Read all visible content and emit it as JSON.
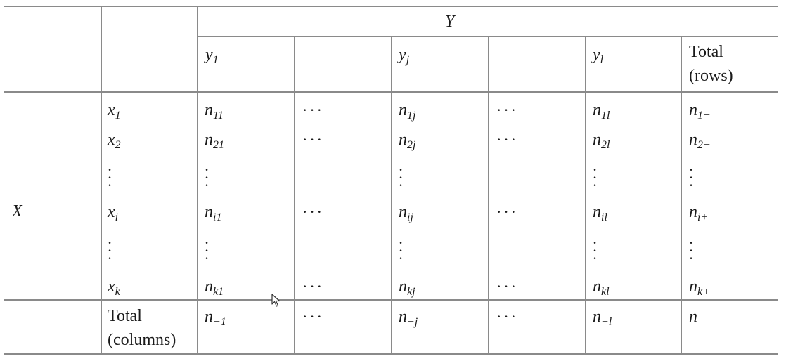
{
  "header": {
    "y_var": "Y",
    "x_var": "X",
    "columns": [
      {
        "base": "y",
        "sub": "1"
      },
      {
        "base": "y",
        "sub": "j"
      },
      {
        "base": "y",
        "sub": "l"
      }
    ],
    "total_rows_line1": "Total",
    "total_rows_line2": "(rows)"
  },
  "rows": [
    {
      "x": {
        "base": "x",
        "sub": "1"
      },
      "c1": {
        "base": "n",
        "sub": "11"
      },
      "cj": {
        "base": "n",
        "sub": "1j"
      },
      "cl": {
        "base": "n",
        "sub": "1l"
      },
      "tot": {
        "base": "n",
        "sub": "1+"
      }
    },
    {
      "x": {
        "base": "x",
        "sub": "2"
      },
      "c1": {
        "base": "n",
        "sub": "21"
      },
      "cj": {
        "base": "n",
        "sub": "2j"
      },
      "cl": {
        "base": "n",
        "sub": "2l"
      },
      "tot": {
        "base": "n",
        "sub": "2+"
      }
    },
    {
      "x": {
        "base": "x",
        "sub": "i"
      },
      "c1": {
        "base": "n",
        "sub": "i1"
      },
      "cj": {
        "base": "n",
        "sub": "ij"
      },
      "cl": {
        "base": "n",
        "sub": "il"
      },
      "tot": {
        "base": "n",
        "sub": "i+"
      }
    },
    {
      "x": {
        "base": "x",
        "sub": "k"
      },
      "c1": {
        "base": "n",
        "sub": "k1"
      },
      "cj": {
        "base": "n",
        "sub": "kj"
      },
      "cl": {
        "base": "n",
        "sub": "kl"
      },
      "tot": {
        "base": "n",
        "sub": "k+"
      }
    }
  ],
  "footer": {
    "total_cols_line1": "Total",
    "total_cols_line2": "(columns)",
    "c1": {
      "base": "n",
      "sub": "+1"
    },
    "cj": {
      "base": "n",
      "sub": "+j"
    },
    "cl": {
      "base": "n",
      "sub": "+l"
    },
    "grand": "n"
  },
  "ellipsis": "···",
  "vdots": "·\n·\n·"
}
